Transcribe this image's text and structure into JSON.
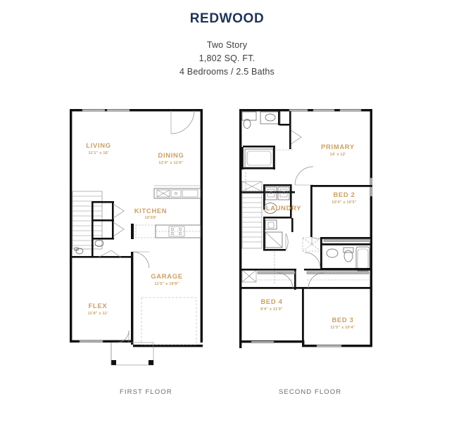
{
  "header": {
    "title": "REDWOOD",
    "story": "Two Story",
    "sqft": "1,802 SQ. FT.",
    "beds_baths": "4 Bedrooms / 2.5 Baths"
  },
  "captions": {
    "first": "FIRST FLOOR",
    "second": "SECOND FLOOR"
  },
  "colors": {
    "title": "#1f3359",
    "room_label": "#c9a063",
    "wall": "#111111",
    "window": "#b6b6b6",
    "caption": "#6b6b6b"
  },
  "first_floor": {
    "rooms": [
      {
        "name": "LIVING",
        "dim": "11'1\" x 16'"
      },
      {
        "name": "DINING",
        "dim": "12'4\" x 11'6\""
      },
      {
        "name": "KITCHEN",
        "dim": "10'X9'"
      },
      {
        "name": "GARAGE",
        "dim": "11'5\" x 19'8\""
      },
      {
        "name": "FLEX",
        "dim": "11'8\" x 11'"
      }
    ]
  },
  "second_floor": {
    "rooms": [
      {
        "name": "PRIMARY",
        "dim": "14' x 12'"
      },
      {
        "name": "BED 2",
        "dim": "10'4\" x 10'5\""
      },
      {
        "name": "LAUNDRY",
        "dim": ""
      },
      {
        "name": "BED 4",
        "dim": "9'4\" x 11'9\""
      },
      {
        "name": "BED 3",
        "dim": "11'5\" x 10'4\""
      }
    ]
  }
}
